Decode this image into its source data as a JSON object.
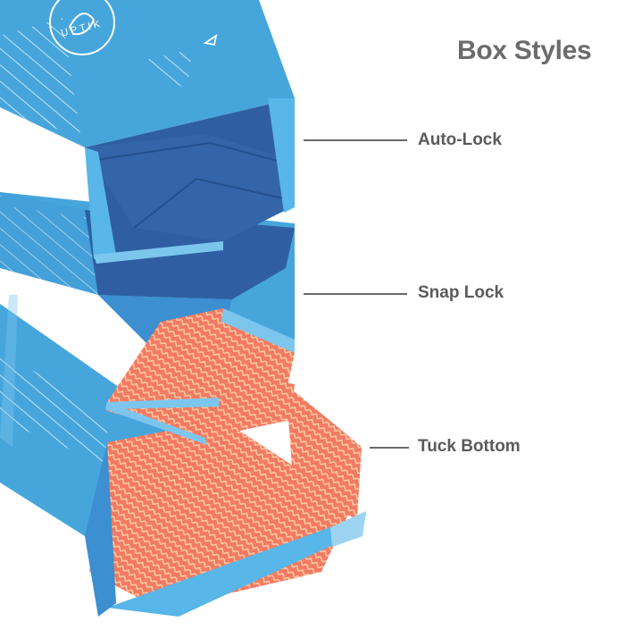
{
  "title": "Box Styles",
  "brand": {
    "logo_text": "UPTIK"
  },
  "callouts": [
    {
      "label": "Auto-Lock"
    },
    {
      "label": "Snap Lock"
    },
    {
      "label": "Tuck Bottom"
    }
  ],
  "colors": {
    "box_light_blue": "#46a6dc",
    "box_mid_blue": "#3c8fd0",
    "box_dark_blue": "#2f5fa2",
    "box_edge_blue": "#7cc6ee",
    "interior_coral": "#f27a63",
    "interior_pattern": "#ffc79f",
    "text_gray": "#6b6b6b",
    "line_gray": "#6a6a6a"
  }
}
